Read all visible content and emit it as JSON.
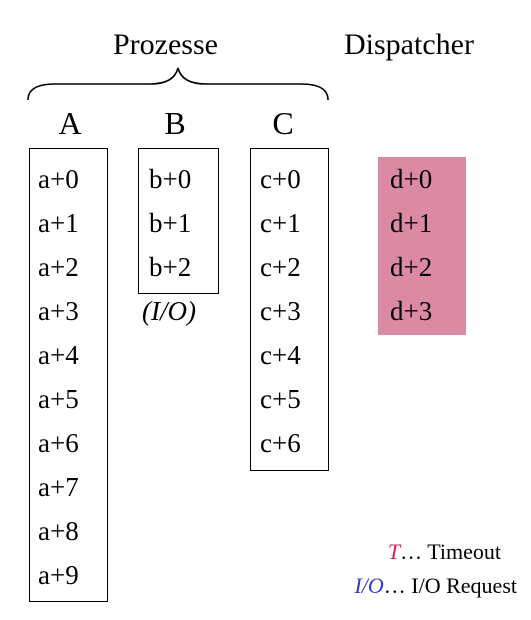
{
  "headings": {
    "prozesse": "Prozesse",
    "dispatcher": "Dispatcher"
  },
  "columns": [
    {
      "label": "A",
      "items": [
        "a+0",
        "a+1",
        "a+2",
        "a+3",
        "a+4",
        "a+5",
        "a+6",
        "a+7",
        "a+8",
        "a+9"
      ]
    },
    {
      "label": "B",
      "items": [
        "b+0",
        "b+1",
        "b+2"
      ],
      "note": "(I/O)"
    },
    {
      "label": "C",
      "items": [
        "c+0",
        "c+1",
        "c+2",
        "c+3",
        "c+4",
        "c+5",
        "c+6"
      ]
    }
  ],
  "dispatcher": {
    "items": [
      "d+0",
      "d+1",
      "d+2",
      "d+3"
    ],
    "color": "#dc8aa4"
  },
  "legend": [
    {
      "symbol": "T",
      "text": "… Timeout",
      "color": "#d6245a"
    },
    {
      "symbol": "I/O",
      "text": "… I/O Request",
      "color": "#2b3bc8"
    }
  ]
}
